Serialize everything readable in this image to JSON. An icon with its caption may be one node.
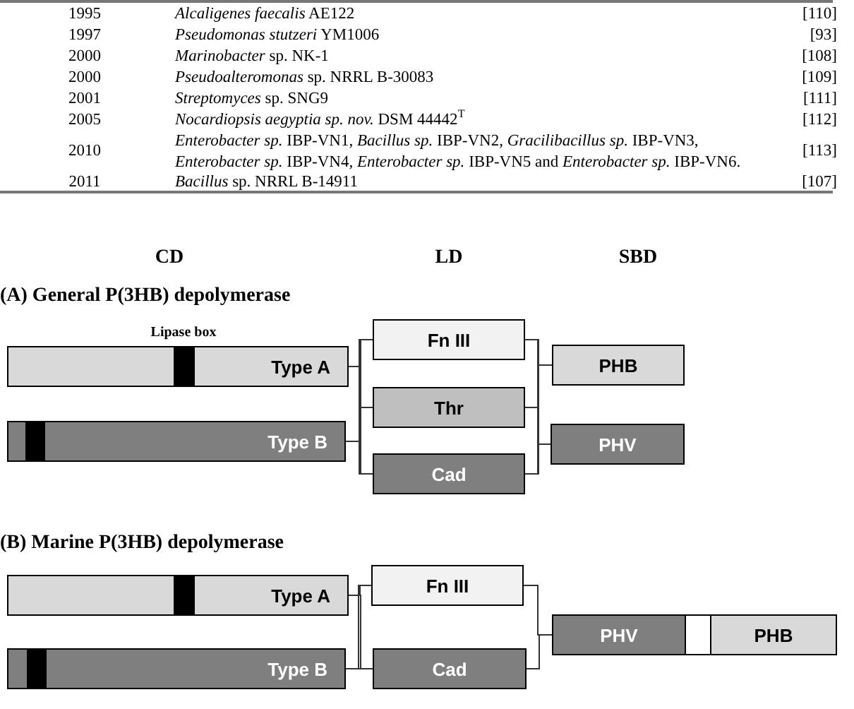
{
  "diagram": {
    "nodes": [
      {
        "text": [
          "Type A"
        ]
      },
      {
        "text": [
          "Type B"
        ]
      },
      {
        "text": [
          "Fn III"
        ]
      },
      {
        "text": [
          "Thr"
        ]
      },
      {
        "text": [
          "Cad"
        ]
      },
      {
        "text": [
          "PHB"
        ]
      },
      {
        "text": [
          "PHV"
        ]
      },
      {
        "text": [
          "Type A"
        ]
      },
      {
        "text": [
          "Type B"
        ]
      },
      {
        "text": [
          "Fn III"
        ]
      },
      {
        "text": [
          "Cad"
        ]
      },
      {
        "text": [
          "PHV"
        ]
      },
      {
        "text": [],
        "shape": "box"
      },
      {
        "text": [
          "PHB"
        ]
      }
    ],
    "edges": [
      {
        "from": 0,
        "to": 2,
        "arrow": "none"
      },
      {
        "from": 0,
        "to": 3,
        "arrow": "none"
      },
      {
        "from": 0,
        "to": 4,
        "arrow": "none"
      },
      {
        "from": 1,
        "to": 2,
        "arrow": "none"
      },
      {
        "from": 1,
        "to": 3,
        "arrow": "none"
      },
      {
        "from": 1,
        "to": 4,
        "arrow": "none"
      },
      {
        "from": 2,
        "to": 5,
        "arrow": "none"
      },
      {
        "from": 2,
        "to": 6,
        "arrow": "none"
      },
      {
        "from": 3,
        "to": 5,
        "arrow": "none"
      },
      {
        "from": 3,
        "to": 6,
        "arrow": "none"
      },
      {
        "from": 4,
        "to": 5,
        "arrow": "none"
      },
      {
        "from": 4,
        "to": 6,
        "arrow": "none"
      },
      {
        "from": 7,
        "to": 9,
        "arrow": "none"
      },
      {
        "from": 7,
        "to": 10,
        "arrow": "none"
      },
      {
        "from": 8,
        "to": 9,
        "arrow": "none"
      },
      {
        "from": 8,
        "to": 10,
        "arrow": "none"
      },
      {
        "from": 9,
        "to": 11,
        "arrow": "none"
      },
      {
        "from": 10,
        "to": 11,
        "arrow": "none"
      }
    ],
    "labels": [
      "1995",
      "*Alcaligenes faecalis* AE122",
      "[110]",
      "1997",
      "*Pseudomonas stutzeri* YM1006",
      "[93]",
      "2000",
      "*Marinobacter* sp. NK-1",
      "[108]",
      "2000",
      "*Pseudoalteromonas* sp. NRRL B-30083",
      "[109]",
      "2001",
      "*Streptomyces* sp. SNG9",
      "[111]",
      "2005",
      "*Nocardiopsis aegyptia sp. nov.* DSM 44442$^{T}$",
      "[112]",
      "2010",
      "*Enterobacter sp.* IBP-VN1, *Bacillus sp.* IBP-VN2, *Gracilibacillus sp.* IBP-VN3, *Enterobacter sp.* IBP-VN4, *Enterobacter sp.* IBP-VN5 and *Enterobacter sp.* IBP-VN6.",
      "[113]",
      "2011",
      "*Bacillus* sp. NRRL B-14911",
      "[107]",
      "CD",
      "LD",
      "SBD",
      "(A) General P(3HB) depolymerase",
      "Lipase box",
      "(B) Marine P(3HB) depolymerase"
    ]
  }
}
